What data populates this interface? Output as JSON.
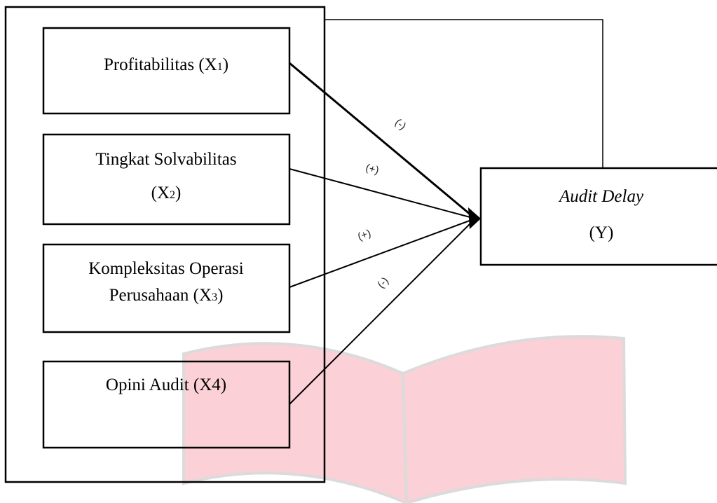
{
  "diagram": {
    "variables": [
      {
        "id": "x1",
        "name": "Profitabilitas (X",
        "sub": "1",
        "close": ")",
        "line2": "",
        "sign": "(-)"
      },
      {
        "id": "x2",
        "name": "Tingkat Solvabilitas",
        "line2": "(X",
        "sub": "2",
        "close": ")",
        "sign": "(+)"
      },
      {
        "id": "x3",
        "name": "Kompleksitas Operasi",
        "line2": "Perusahaan (X",
        "sub": "3",
        "close": ")",
        "sign": "(+)"
      },
      {
        "id": "x4",
        "name": "Opini Audit (X4)",
        "line2": "",
        "sign": "(-)"
      }
    ],
    "dependent": {
      "name": "Audit Delay",
      "symbol": "(Y)"
    }
  }
}
